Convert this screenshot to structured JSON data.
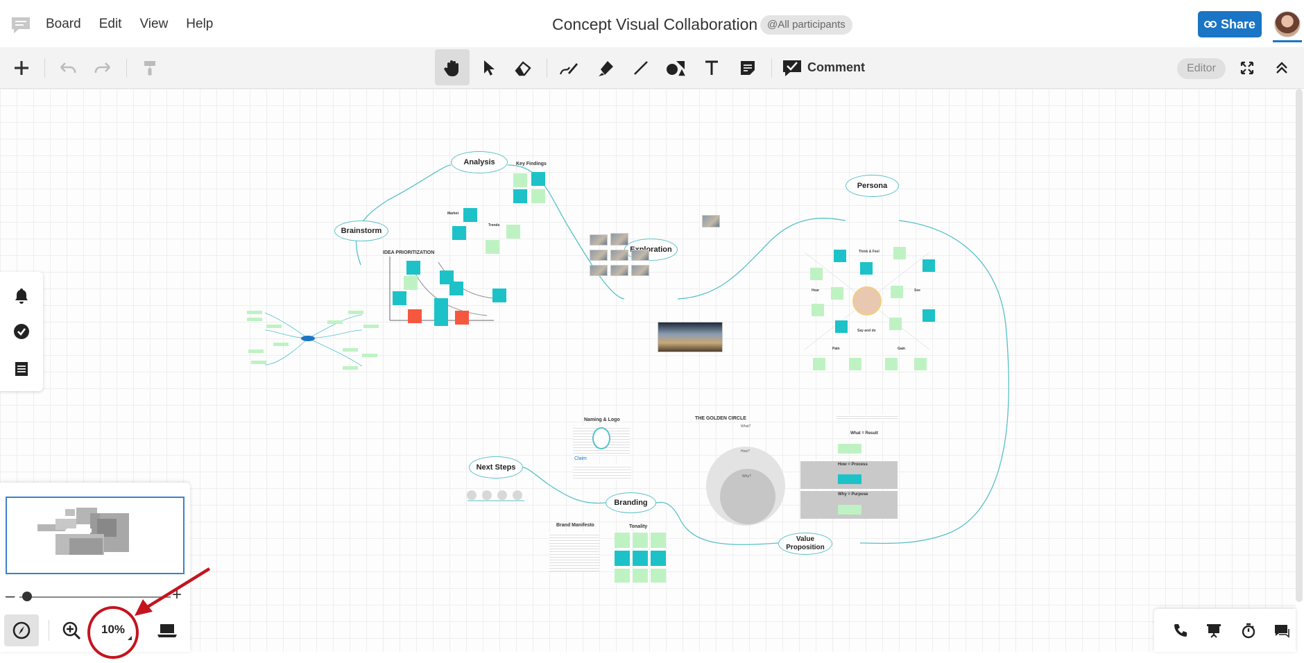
{
  "menubar": {
    "menus": [
      "Board",
      "Edit",
      "View",
      "Help"
    ],
    "title": "Concept Visual Collaboration",
    "participants": "@All participants",
    "share_label": "Share"
  },
  "toolbar": {
    "comment_label": "Comment",
    "editor_label": "Editor",
    "tools": [
      "plus-icon",
      "undo-icon",
      "redo-icon",
      "format-painter-icon",
      "hand-icon",
      "pointer-icon",
      "eraser-icon",
      "pen-icon",
      "highlighter-icon",
      "line-icon",
      "shapes-icon",
      "text-icon",
      "sticky-note-icon",
      "comment-icon",
      "fullscreen-icon",
      "collapse-icon"
    ],
    "active_tool": "hand-icon"
  },
  "navigator": {
    "zoom_level": "10%",
    "zoom_minus": "–",
    "zoom_plus": "+"
  },
  "board": {
    "nodes": {
      "analysis": "Analysis",
      "brainstorm": "Brainstorm",
      "exploration": "Exploration",
      "persona": "Persona",
      "next_steps": "Next Steps",
      "branding": "Branding",
      "value_proposition": "Value Proposition"
    },
    "labels": {
      "key_findings": "Key Findings",
      "market": "Market",
      "trends": "Trends",
      "idea_prioritization": "IDEA PRIORITIZATION",
      "naming_logo": "Naming & Logo",
      "claim": "Claim",
      "golden_circle": "THE GOLDEN CIRCLE",
      "what": "What?",
      "how": "How?",
      "why": "Why?",
      "what_result": "What = Result",
      "how_process": "How = Process",
      "why_purpose": "Why = Purpose",
      "brand_manifesto": "Brand Manifesto",
      "tonality": "Tonality",
      "pain": "Pain",
      "gain": "Gain",
      "think_feel": "Think & Feel",
      "hear": "Hear",
      "see": "See",
      "say_do": "Say and do"
    }
  },
  "colors": {
    "accent": "#1a75c4",
    "connector": "#57c0c8",
    "note_green": "#bff2c3",
    "note_teal": "#1cc2c7",
    "note_red": "#f5583f",
    "annotation": "#c4141e"
  }
}
